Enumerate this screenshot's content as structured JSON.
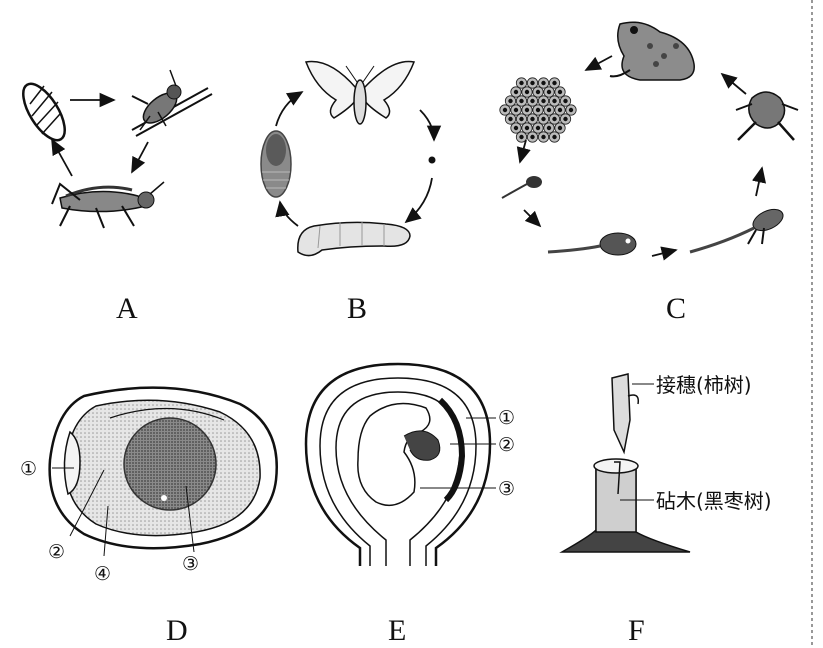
{
  "panels": {
    "a": {
      "letter": "A"
    },
    "b": {
      "letter": "B"
    },
    "c": {
      "letter": "C"
    },
    "d": {
      "letter": "D",
      "callouts": [
        "①",
        "②",
        "③",
        "④"
      ]
    },
    "e": {
      "letter": "E",
      "callouts": [
        "①",
        "②",
        "③"
      ]
    },
    "f": {
      "letter": "F",
      "scion_label": "接穗(柿树)",
      "rootstock_label": "砧木(黑枣树)"
    }
  }
}
